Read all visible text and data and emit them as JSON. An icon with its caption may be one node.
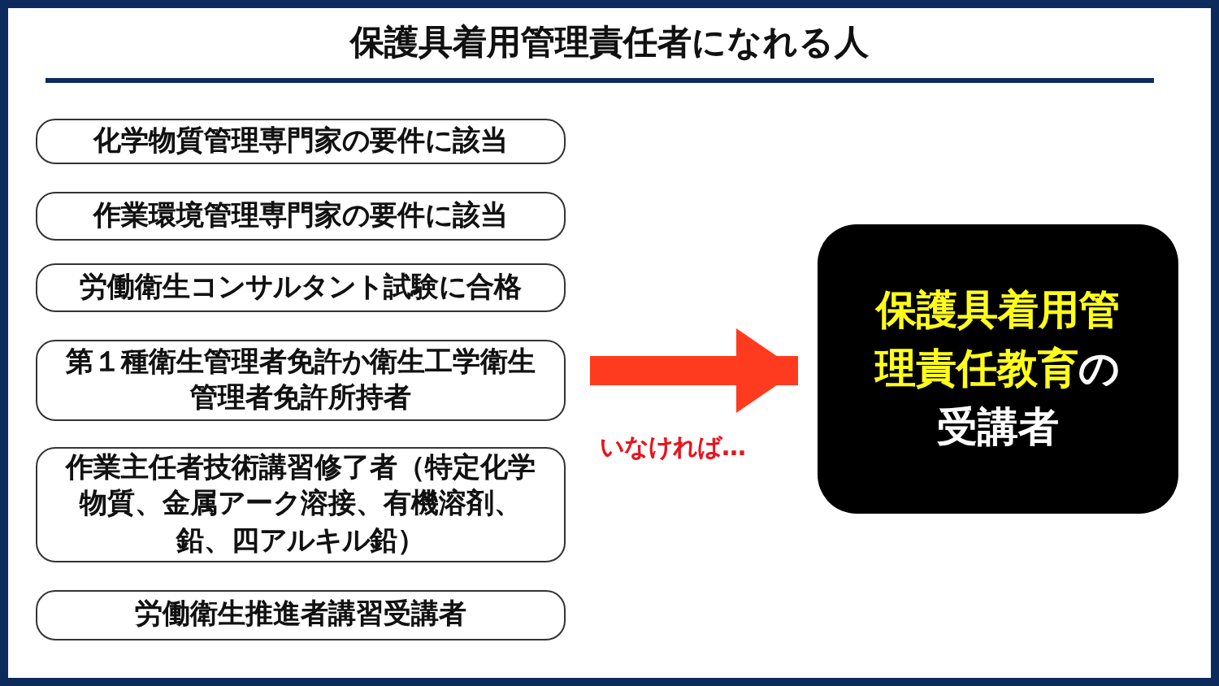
{
  "diagram": {
    "title": "保護具着用管理責任者になれる人",
    "nodes": [
      {
        "text": [
          "化学物質管理専門家の要件に該当"
        ]
      },
      {
        "text": [
          "作業環境管理専門家の要件に該当"
        ]
      },
      {
        "text": [
          "労働衛生コンサルタント試験に合格"
        ]
      },
      {
        "text": [
          "第１種衛生管理者免許か衛生工学衛生管理者免許所持者"
        ]
      },
      {
        "text": [
          "作業主任者技術講習修了者（特定化学物質、金属アーク溶接、有機溶剤、鉛、四アルキル鉛）"
        ]
      },
      {
        "text": [
          "労働衛生推進者講習受講者"
        ]
      },
      {
        "text": [
          "**保護具着用管理責任教育**の受講者"
        ]
      }
    ],
    "edges": [
      {
        "from": null,
        "to": 6,
        "arrow": "to",
        "label": "いなければ…",
        "color": "#ff3b1f"
      }
    ]
  }
}
